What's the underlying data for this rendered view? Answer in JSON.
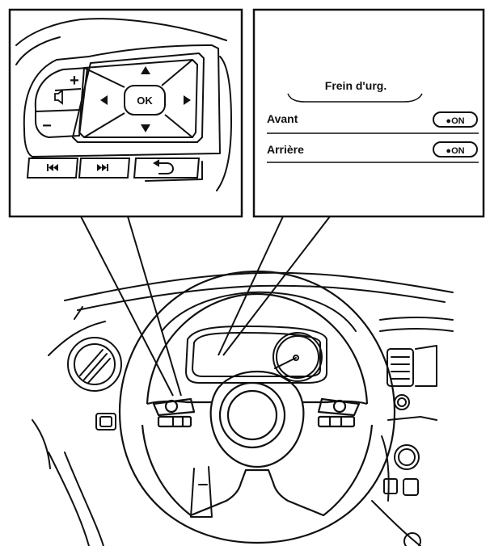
{
  "controls_panel": {
    "volume_up": "+",
    "volume_down": "−",
    "ok_label": "OK",
    "icons": [
      "speaker-icon",
      "arrow-up-icon",
      "arrow-down-icon",
      "arrow-left-icon",
      "arrow-right-icon",
      "skip-back-icon",
      "skip-forward-icon",
      "back-icon"
    ]
  },
  "display_panel": {
    "title": "Frein d'urg.",
    "rows": [
      {
        "label": "Avant",
        "toggle": "●ON"
      },
      {
        "label": "Arrière",
        "toggle": "●ON"
      }
    ]
  },
  "colors": {
    "line": "#111111",
    "background": "#ffffff"
  }
}
